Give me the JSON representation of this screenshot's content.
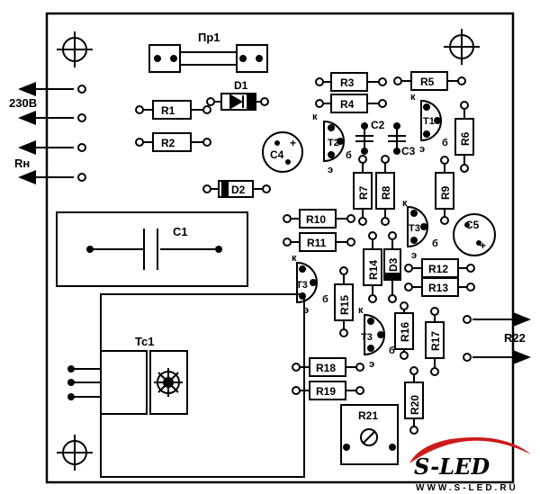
{
  "labels": {
    "fuse": "Пр1",
    "mains_voltage": "230В",
    "load": "Rн",
    "output": "R22",
    "transformer": "Tc1",
    "cap_main": "C1",
    "trimmer": "R21"
  },
  "resistors": {
    "r1": "R1",
    "r2": "R2",
    "r3": "R3",
    "r4": "R4",
    "r5": "R5",
    "r6": "R6",
    "r7": "R7",
    "r8": "R8",
    "r9": "R9",
    "r10": "R10",
    "r11": "R11",
    "r12": "R12",
    "r13": "R13",
    "r14": "R14",
    "r15": "R15",
    "r16": "R16",
    "r17": "R17",
    "r18": "R18",
    "r19": "R19",
    "r20": "R20"
  },
  "diodes": {
    "d1": "D1",
    "d2": "D2",
    "d3": "D3"
  },
  "capacitors": {
    "c2": "C2",
    "c3": "C3",
    "c4": "C4",
    "c5": "C5",
    "plus": "+"
  },
  "transistors": {
    "t1": "T1",
    "t2": "T2",
    "t3": "T3"
  },
  "pins": {
    "k": "к",
    "e": "э",
    "b": "б"
  },
  "watermark": {
    "brand": "S-LED",
    "url": "WWW.S-LED.RU"
  },
  "colors": {
    "ink": "#000000",
    "paper": "#ffffff",
    "brand_red": "#cc1a1a",
    "brand_grey": "#777777"
  }
}
